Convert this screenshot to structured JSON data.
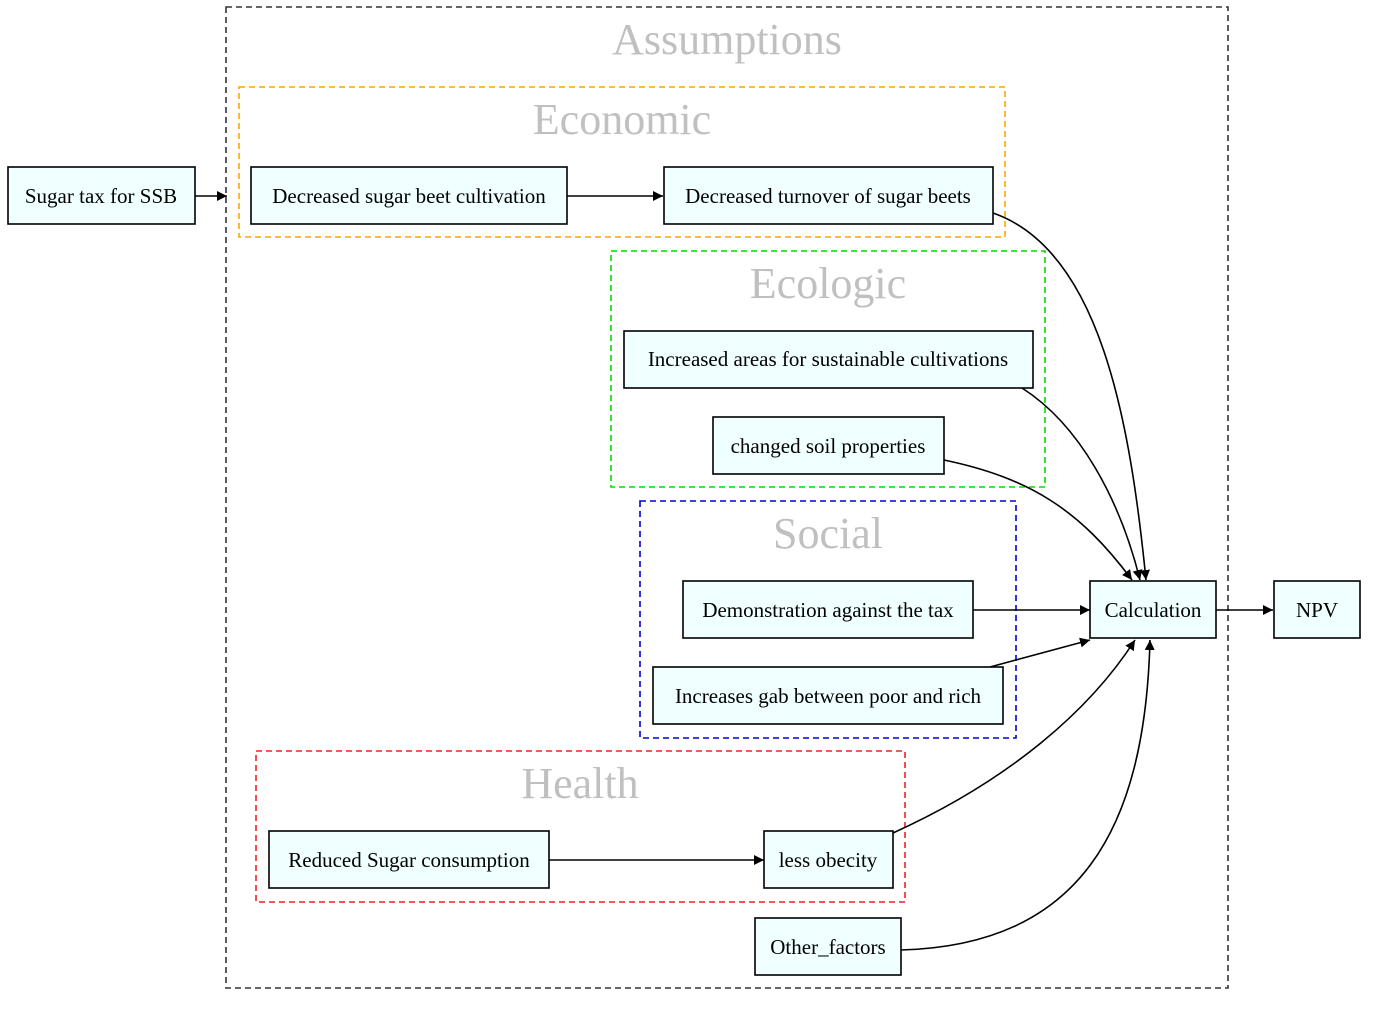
{
  "clusters": {
    "assumptions": {
      "title": "Assumptions",
      "color": "#333333"
    },
    "economic": {
      "title": "Economic",
      "color": "#ffa500"
    },
    "ecologic": {
      "title": "Ecologic",
      "color": "#00dd00"
    },
    "social": {
      "title": "Social",
      "color": "#0000dd"
    },
    "health": {
      "title": "Health",
      "color": "#ee2222"
    }
  },
  "nodes": {
    "sugar_tax": "Sugar tax for SSB",
    "decreased_cultivation": "Decreased sugar beet cultivation",
    "decreased_turnover": "Decreased turnover of sugar beets",
    "increased_areas": "Increased areas for sustainable cultivations",
    "changed_soil": "changed soil properties",
    "demonstration": "Demonstration against the tax",
    "increases_gab": "Increases gab between poor and rich",
    "reduced_sugar": "Reduced Sugar consumption",
    "less_obecity": "less obecity",
    "other_factors": "Other_factors",
    "calculation": "Calculation",
    "npv": "NPV"
  },
  "edges": [
    {
      "from": "Sugar tax for SSB",
      "to": "Assumptions"
    },
    {
      "from": "Decreased sugar beet cultivation",
      "to": "Decreased turnover of sugar beets"
    },
    {
      "from": "Decreased turnover of sugar beets",
      "to": "Calculation"
    },
    {
      "from": "Increased areas for sustainable cultivations",
      "to": "Calculation"
    },
    {
      "from": "changed soil properties",
      "to": "Calculation"
    },
    {
      "from": "Demonstration against the tax",
      "to": "Calculation"
    },
    {
      "from": "Increases gab between poor and rich",
      "to": "Calculation"
    },
    {
      "from": "Reduced Sugar consumption",
      "to": "less obecity"
    },
    {
      "from": "less obecity",
      "to": "Calculation"
    },
    {
      "from": "Other_factors",
      "to": "Calculation"
    },
    {
      "from": "Calculation",
      "to": "NPV"
    }
  ],
  "colors": {
    "node_fill": "#f0ffff",
    "cluster_title": "#c0c0c0"
  }
}
